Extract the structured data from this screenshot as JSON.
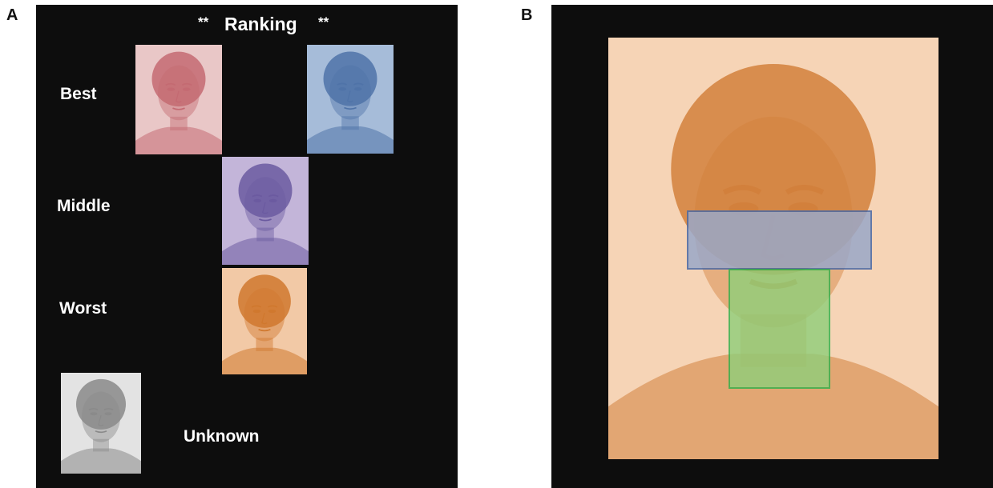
{
  "panel_a": {
    "letter": "A",
    "title": "Ranking",
    "significance_left": "**",
    "significance_right": "**",
    "row_labels": {
      "best": "Best",
      "middle": "Middle",
      "worst": "Worst",
      "unknown": "Unknown"
    },
    "photos": [
      {
        "role": "best-left",
        "tint": "#c46a72",
        "bg": "#e9c7c7"
      },
      {
        "role": "best-right",
        "tint": "#4f73a8",
        "bg": "#a6bcd9"
      },
      {
        "role": "middle",
        "tint": "#6b5aa0",
        "bg": "#c3b5d9"
      },
      {
        "role": "worst",
        "tint": "#d0782e",
        "bg": "#f2c9a6"
      },
      {
        "role": "unknown",
        "tint": "#8a8a8a",
        "bg": "#e3e3e3"
      }
    ]
  },
  "panel_b": {
    "letter": "B",
    "face_tint": "#d2803c",
    "face_bg": "#f6d4b6",
    "eye_roi_color": "#4a6aa6",
    "eye_roi_fill": "#9aa8c8",
    "nose_mouth_roi_color": "#2fb04a",
    "nose_mouth_roi_fill": "#8fcf7a"
  }
}
